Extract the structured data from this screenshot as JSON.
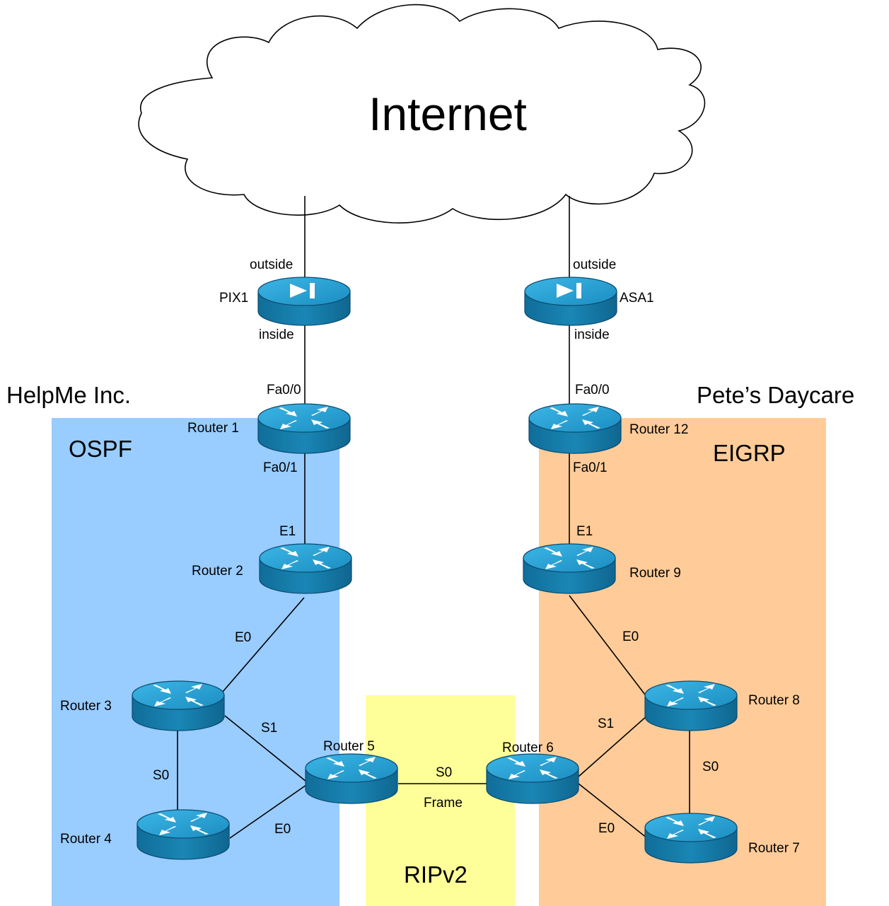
{
  "colors": {
    "ospf_zone": "#99ccff",
    "eigrp_zone": "#ffcc99",
    "rip_zone": "#ffff99",
    "device_body": "#1a86b5",
    "device_top": "#2aa6d8",
    "device_outline": "#0a4b70"
  },
  "cloud": {
    "label": "Internet"
  },
  "organizations": {
    "left": "HelpMe Inc.",
    "right": "Pete’s Daycare"
  },
  "zones": {
    "ospf": "OSPF",
    "eigrp": "EIGRP",
    "rip": "RIPv2"
  },
  "firewalls": {
    "pix1": "PIX1",
    "asa1": "ASA1"
  },
  "routers": {
    "r1": "Router 1",
    "r2": "Router 2",
    "r3": "Router 3",
    "r4": "Router 4",
    "r5": "Router 5",
    "r6": "Router 6",
    "r7": "Router 7",
    "r8": "Router 8",
    "r9": "Router 9",
    "r12": "Router 12"
  },
  "interfaces": {
    "pix1_outside": "outside",
    "pix1_inside": "inside",
    "asa1_outside": "outside",
    "asa1_inside": "inside",
    "r1_fa00": "Fa0/0",
    "r1_fa01": "Fa0/1",
    "r12_fa00": "Fa0/0",
    "r12_fa01": "Fa0/1",
    "r2_e1": "E1",
    "r9_e1": "E1",
    "r2_r3_e0": "E0",
    "r9_r8_e0": "E0",
    "r3_r4_s0": "S0",
    "r3_r5_s1": "S1",
    "r4_r5_e0": "E0",
    "r8_r7_s0": "S0",
    "r6_r8_s1": "S1",
    "r6_r7_e0": "E0",
    "r5_r6_s0": "S0",
    "r5_r6_frame": "Frame"
  }
}
